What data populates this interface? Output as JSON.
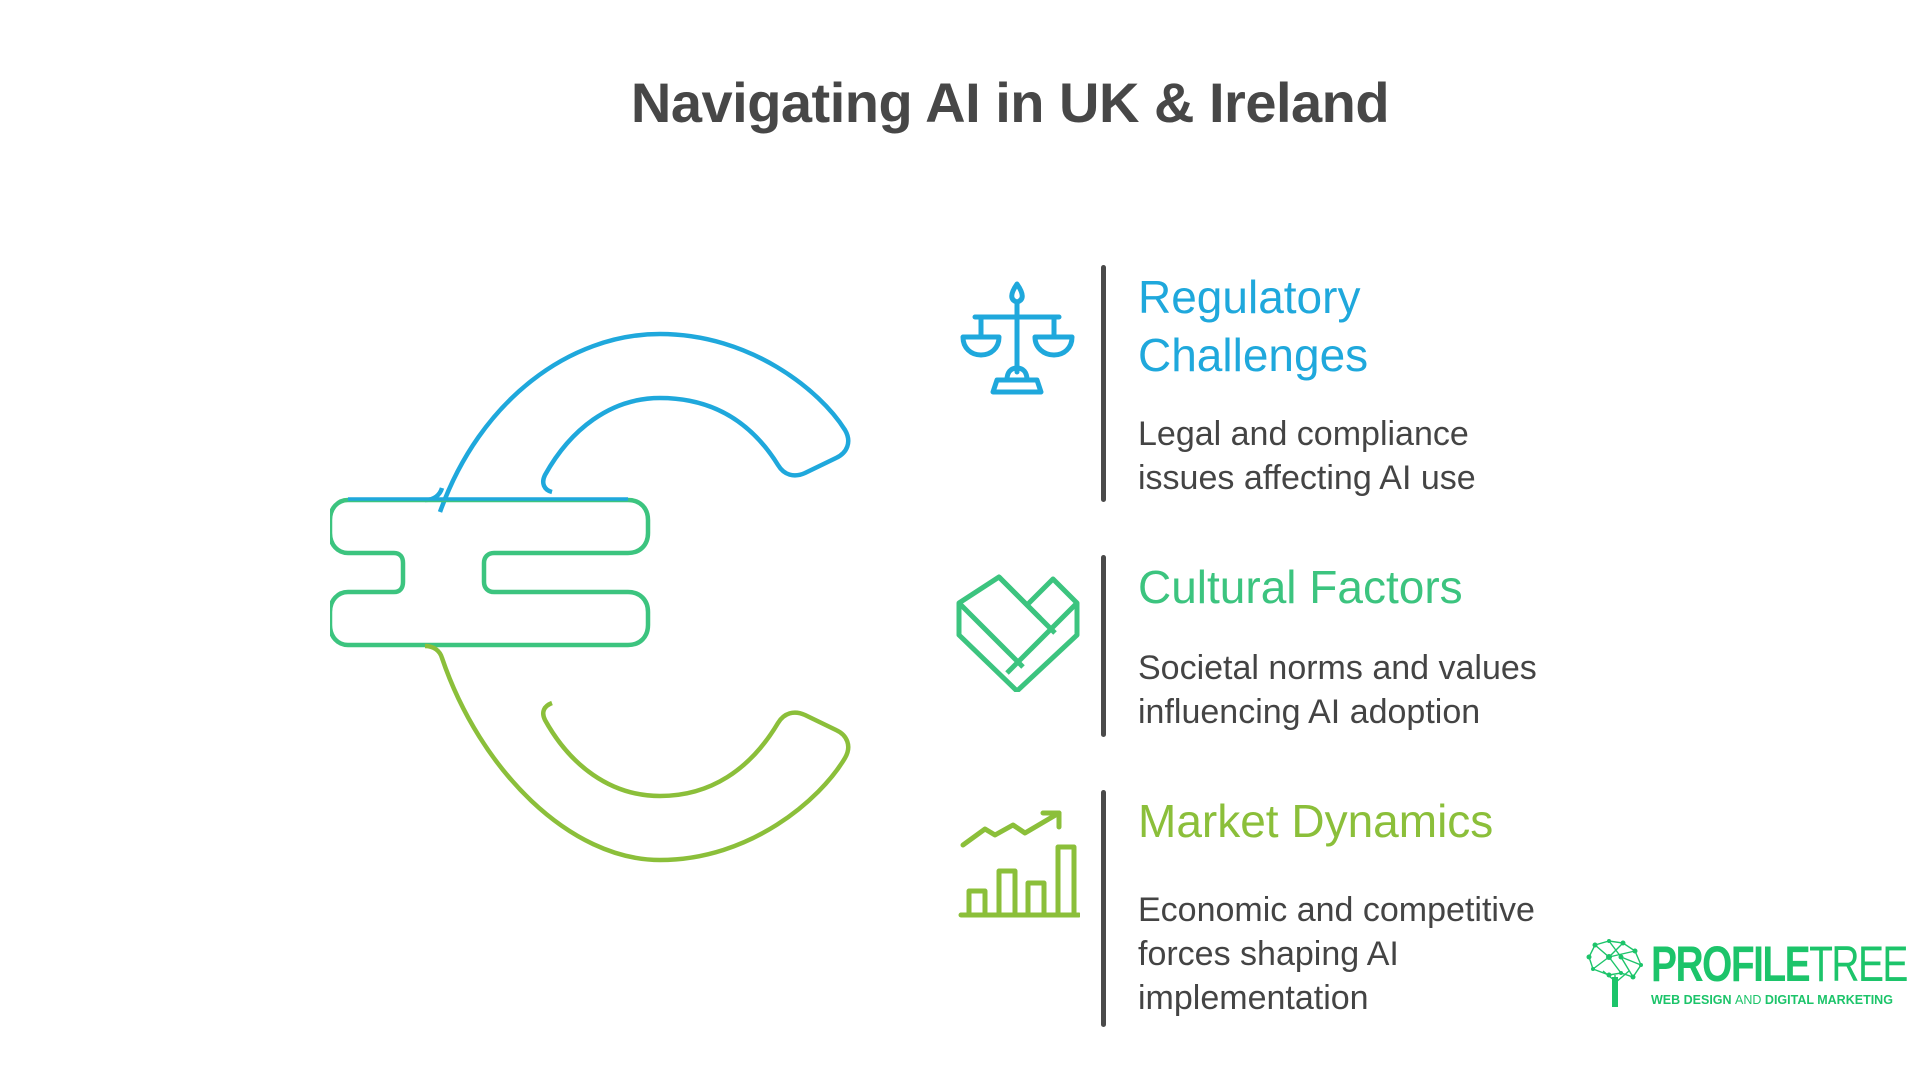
{
  "title": "Navigating AI in UK & Ireland",
  "colors": {
    "blue": "#1fa8dc",
    "teal_green": "#3cc47f",
    "lime_green": "#8bbf3a",
    "text_dark": "#474747",
    "bar": "#4a4a4a",
    "logo_green": "#1cc46a"
  },
  "central_graphic": {
    "icon": "euro-symbol-icon"
  },
  "items": [
    {
      "icon": "scales-of-justice-icon",
      "heading_line1": "Regulatory",
      "heading_line2": "Challenges",
      "desc_line1": "Legal and compliance",
      "desc_line2": "issues affecting AI use",
      "color": "#1fa8dc"
    },
    {
      "icon": "heart-icon",
      "heading_line1": "Cultural Factors",
      "desc_line1": "Societal norms and values",
      "desc_line2": "influencing AI adoption",
      "color": "#3cc47f"
    },
    {
      "icon": "growth-chart-icon",
      "heading_line1": "Market Dynamics",
      "desc_line1": "Economic and competitive",
      "desc_line2": "forces shaping AI",
      "desc_line3": "implementation",
      "color": "#8bbf3a"
    }
  ],
  "logo": {
    "brand_bold": "PROFILE",
    "brand_light": "TREE",
    "tagline_bold1": "WEB DESIGN ",
    "tagline_light": "AND ",
    "tagline_bold2": "DIGITAL MARKETING"
  }
}
